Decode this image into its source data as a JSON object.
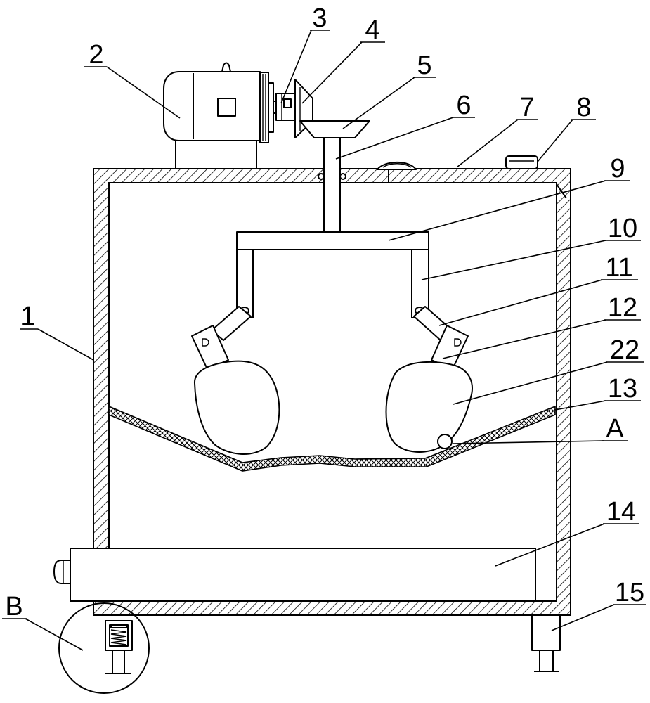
{
  "callouts": [
    "1",
    "2",
    "3",
    "4",
    "5",
    "6",
    "7",
    "8",
    "9",
    "10",
    "11",
    "12",
    "22",
    "13",
    "A",
    "14",
    "15",
    "B"
  ],
  "colors": {
    "ink": "#000000",
    "paper": "#ffffff"
  }
}
